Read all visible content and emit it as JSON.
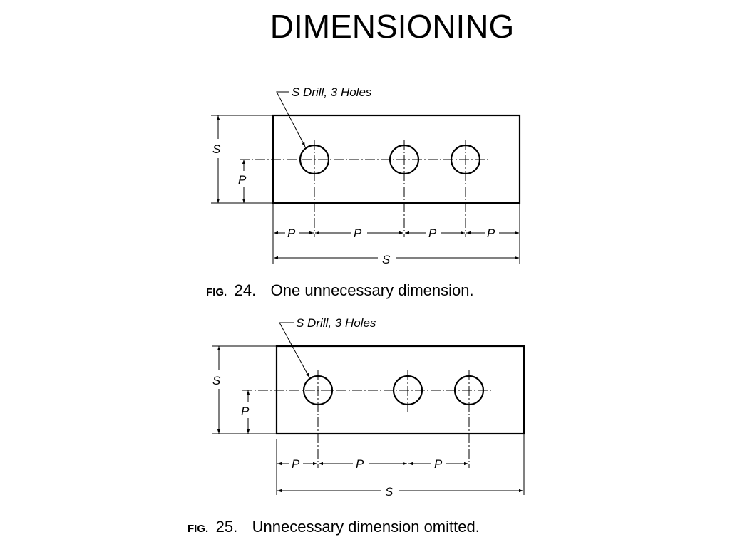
{
  "title": "DIMENSIONING",
  "figures": [
    {
      "fig_word": "FIG.",
      "fig_number": "24.",
      "caption": "One unnecessary dimension.",
      "note": "S Drill, 3 Holes",
      "dim_labels": {
        "height": "S",
        "hole_offset": "P",
        "spacing": [
          "P",
          "P",
          "P",
          "P"
        ],
        "overall": "S"
      }
    },
    {
      "fig_word": "FIG.",
      "fig_number": "25.",
      "caption": "Unnecessary dimension omitted.",
      "note": "S Drill, 3 Holes",
      "dim_labels": {
        "height": "S",
        "hole_offset": "P",
        "spacing": [
          "P",
          "P",
          "P"
        ],
        "overall": "S"
      }
    }
  ]
}
